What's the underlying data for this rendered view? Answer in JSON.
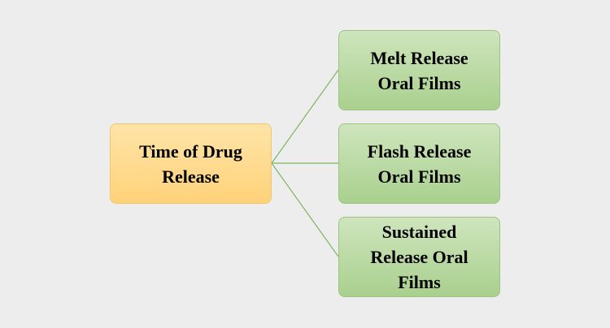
{
  "diagram": {
    "root": {
      "label": "Time of Drug\nRelease"
    },
    "children": [
      {
        "label": "Melt Release\nOral Films"
      },
      {
        "label": "Flash Release\nOral Films"
      },
      {
        "label": "Sustained\nRelease Oral\nFilms"
      }
    ],
    "colors": {
      "background": "#ededed",
      "root_fill": "#ffd27a",
      "child_fill": "#a9d08e",
      "connector": "#7fb560"
    }
  }
}
